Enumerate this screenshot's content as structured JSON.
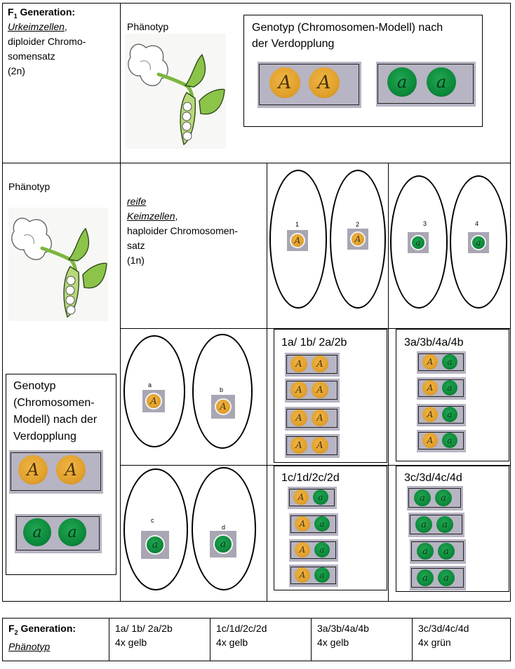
{
  "f1": {
    "title": "F",
    "title_sub": "1",
    "title_rest": " Generation:",
    "line_urkeim": "Urkeimzellen",
    "line_urkeim_comma": ",",
    "line_diploid1": "diploider Chromo-",
    "line_diploid2": "somensatz",
    "line_2n": "(2n)",
    "phenotype_label": "Phänotyp",
    "genotype_line1": "Genotyp (Chromosomen-Modell) nach",
    "genotype_line2": "der Verdopplung"
  },
  "left": {
    "phenotype_label": "Phänotyp",
    "genotype_lines": [
      "Genotyp",
      "(Chromosomen-",
      "Modell) nach der",
      "Verdopplung"
    ]
  },
  "mature": {
    "reife": "reife",
    "keimzellen": "Keimzellen",
    "comma": ",",
    "line3": "haploider Chromosomen-",
    "line4": "satz",
    "line5": "(1n)"
  },
  "token_letters": {
    "big": "a",
    "cap": "A"
  },
  "gametes_top": [
    "1",
    "2",
    "3",
    "4"
  ],
  "gametes_left": [
    "a",
    "b",
    "c",
    "d"
  ],
  "combo_boxes": {
    "tl": "1a/ 1b/ 2a/2b",
    "tr": "3a/3b/4a/4b",
    "bl": "1c/1d/2c/2d",
    "br": "3c/3d/4c/4d"
  },
  "f2": {
    "header": "F",
    "header_sub": "2",
    "header_rest": " Generation:",
    "phenotype": "Phänotyp",
    "cells": [
      {
        "label": "1a/ 1b/ 2a/2b",
        "result": "4x gelb"
      },
      {
        "label": "1c/1d/2c/2d",
        "result": "4x gelb"
      },
      {
        "label": "3a/3b/4a/4b",
        "result": "4x gelb"
      },
      {
        "label": "3c/3d/4c/4d",
        "result": "4x grün"
      }
    ]
  },
  "colors": {
    "yellow": "#e1a12c",
    "green": "#0c8a3b",
    "strip": "#b7b4c3"
  }
}
